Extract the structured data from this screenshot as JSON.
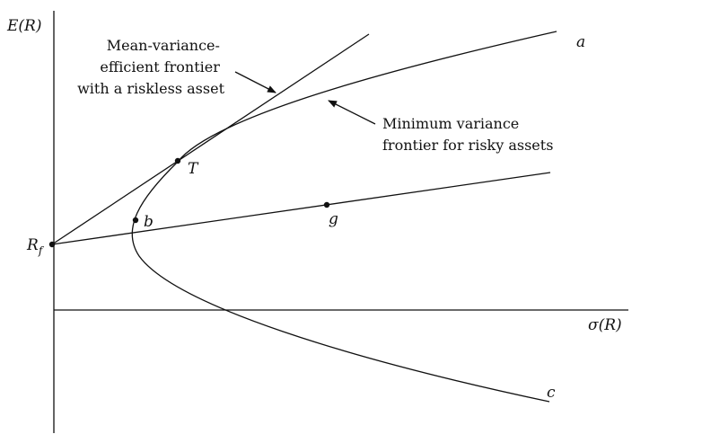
{
  "axes": {
    "y_label": "E(R)",
    "x_label": "σ(R)"
  },
  "annotations": {
    "mv_efficient_frontier": [
      "Mean-variance-",
      "efficient frontier",
      "with a riskless asset"
    ],
    "min_variance_frontier": [
      "Minimum variance",
      "frontier for risky assets"
    ]
  },
  "points": {
    "rf_label": "R",
    "rf_subscript": "f",
    "t_label": "T",
    "b_label": "b",
    "g_label": "g",
    "a_label": "a",
    "c_label": "c"
  },
  "colors": {
    "ink": "#111111",
    "background": "#ffffff"
  }
}
